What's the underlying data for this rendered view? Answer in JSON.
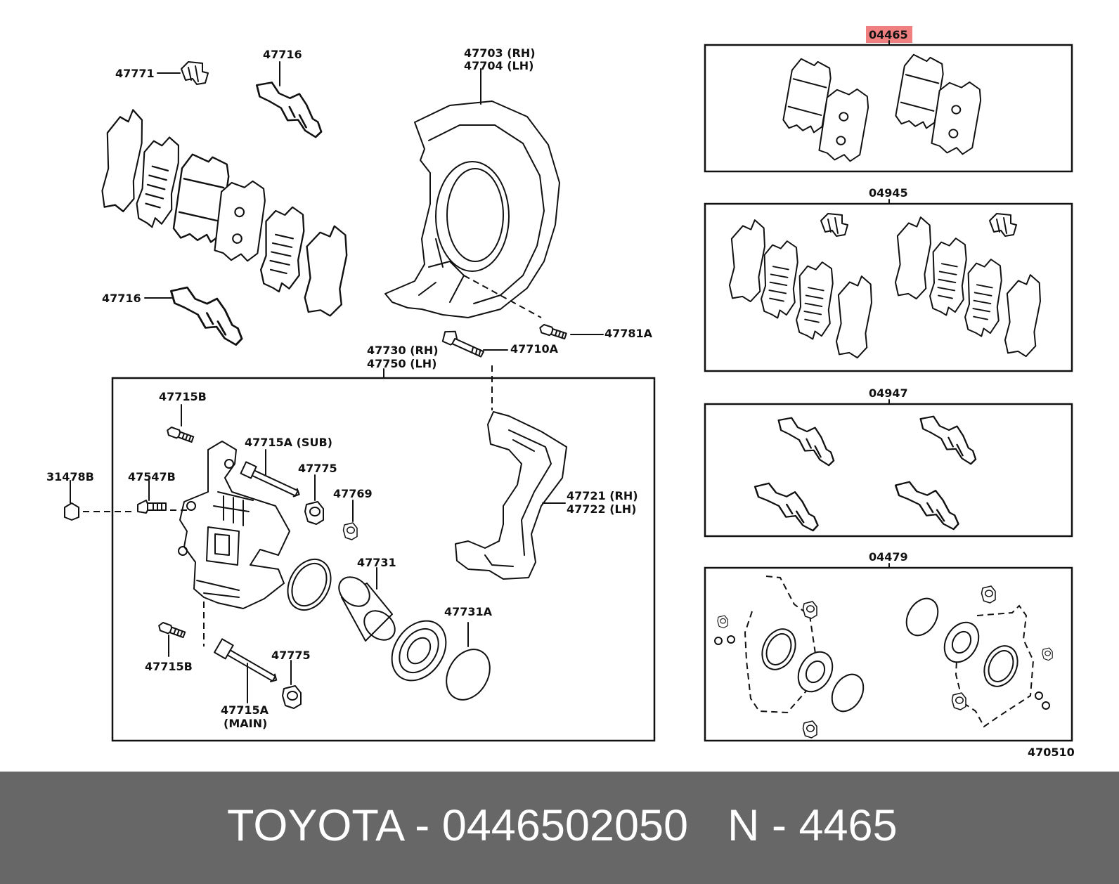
{
  "diagram": {
    "highlight_color": "#f08080",
    "figure_code": "470510",
    "kit_boxes": [
      {
        "label": "04465",
        "highlighted": true,
        "description": "pad kit"
      },
      {
        "label": "04945",
        "highlighted": false,
        "description": "anti-squeal shim kit"
      },
      {
        "label": "04947",
        "highlighted": false,
        "description": "pad support plate kit"
      },
      {
        "label": "04479",
        "highlighted": false,
        "description": "cylinder kit"
      }
    ],
    "labels": {
      "p47771": "47771",
      "p47716_top": "47716",
      "p47716_mid": "47716",
      "p47703": "47703 (RH)",
      "p47704": "47704 (LH)",
      "p47781A": "47781A",
      "p47710A": "47710A",
      "p47730": "47730 (RH)",
      "p47750": "47750 (LH)",
      "p47715B_top": "47715B",
      "p47715A_sub": "47715A (SUB)",
      "p47775_top": "47775",
      "p47769": "47769",
      "p31478B": "31478B",
      "p47547B": "47547B",
      "p47721": "47721 (RH)",
      "p47722": "47722 (LH)",
      "p47731": "47731",
      "p47731A": "47731A",
      "p47715B_bot": "47715B",
      "p47775_bot": "47775",
      "p47715A_main1": "47715A",
      "p47715A_main2": "(MAIN)"
    }
  },
  "footer": {
    "brand_part": "TOYOTA - 0446502050",
    "code": "N - 4465",
    "background": "#676767"
  }
}
